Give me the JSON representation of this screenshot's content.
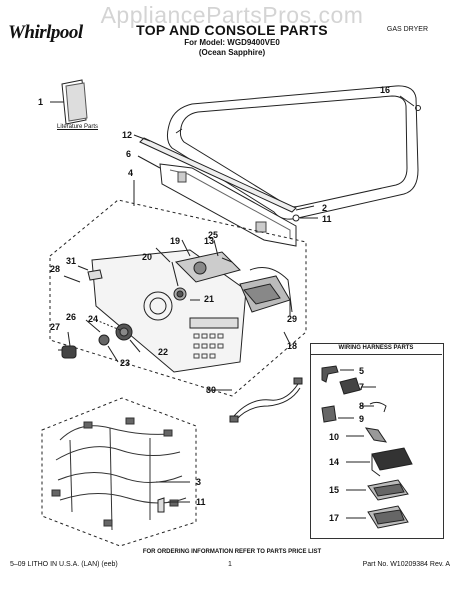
{
  "watermark": "AppliancePartsPros.com",
  "brand": "Whirlpool",
  "title": "TOP AND CONSOLE PARTS",
  "model_line": "For Model: WGD9400VE0",
  "model_sub": "(Ocean Sapphire)",
  "dryer_type": "GAS DRYER",
  "literature_label": "Literature Parts",
  "harness_title": "WIRING HARNESS PARTS",
  "callouts": {
    "c1": "1",
    "c2": "2",
    "c3": "3",
    "c4": "4",
    "c5": "5",
    "c6": "6",
    "c7": "7",
    "c8": "8",
    "c9": "9",
    "c10": "10",
    "c11a": "11",
    "c11b": "11",
    "c12": "12",
    "c13": "13",
    "c14": "14",
    "c15": "15",
    "c16": "16",
    "c17": "17",
    "c18": "18",
    "c19": "19",
    "c20": "20",
    "c21": "21",
    "c22": "22",
    "c23": "23",
    "c24": "24",
    "c25": "25",
    "c26": "26",
    "c27": "27",
    "c28": "28",
    "c29": "29",
    "c30": "30",
    "c31": "31"
  },
  "order_note": "FOR ORDERING INFORMATION REFER TO PARTS PRICE LIST",
  "footer": {
    "left": "5–09 LITHO IN U.S.A. (LAN) (eeb)",
    "page": "1",
    "part_no": "Part No. W10209384 Rev. A"
  }
}
